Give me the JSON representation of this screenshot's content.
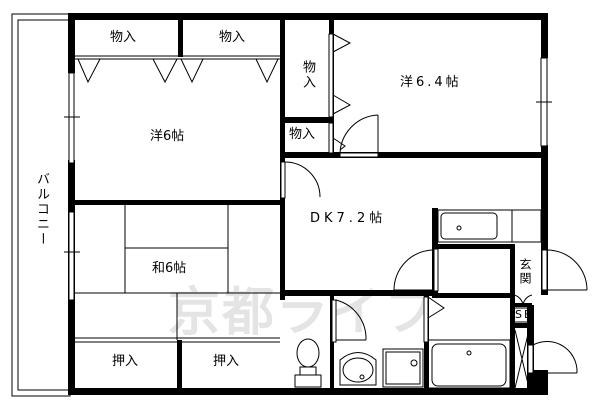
{
  "floor_plan": {
    "rooms": {
      "balcony": "バルコニー",
      "western_room_1": "洋6帖",
      "western_room_2": "洋6.4帖",
      "japanese_room": "和6帖",
      "dining_kitchen": "DK7.2帖",
      "entrance": "玄関",
      "shoe_box": "SB"
    },
    "storage": {
      "closet_top_left": "物入",
      "closet_top_mid": "物入",
      "closet_vertical": "物入",
      "closet_small": "物入",
      "oshiire_left": "押入",
      "oshiire_right": "押入"
    },
    "watermark": "京都ライフ",
    "colors": {
      "wall": "#000000",
      "background": "#ffffff",
      "watermark": "#e4e4e4"
    }
  }
}
